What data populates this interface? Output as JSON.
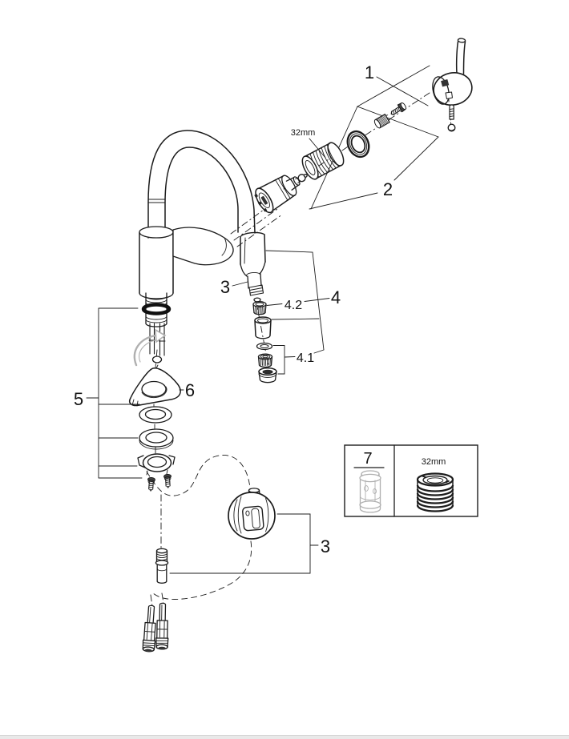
{
  "diagram": {
    "type": "exploded-parts-diagram",
    "subject": "pull-out kitchen faucet spare parts",
    "callouts": {
      "handle_group": "1",
      "cartridge_group": "2",
      "spray_hose_top": "3",
      "spray_parts_group": "4",
      "aerator_subgroup": "4.1",
      "check_valve": "4.2",
      "mounting_group": "5",
      "stabilizer_plate": "6",
      "service_kit_box": "7",
      "spray_hose_bottom": "3"
    },
    "dimensions": {
      "adapter_thread": "32mm",
      "box_ring_thread": "32mm"
    },
    "icons": {
      "rotation_arrow": "curved-arrow"
    },
    "colors": {
      "line": "#1c1c1c",
      "muted_part": "#b0b0b0",
      "dark_fill": "#333333",
      "page_edge_bar": "#e9e9e9",
      "background": "#ffffff"
    }
  }
}
